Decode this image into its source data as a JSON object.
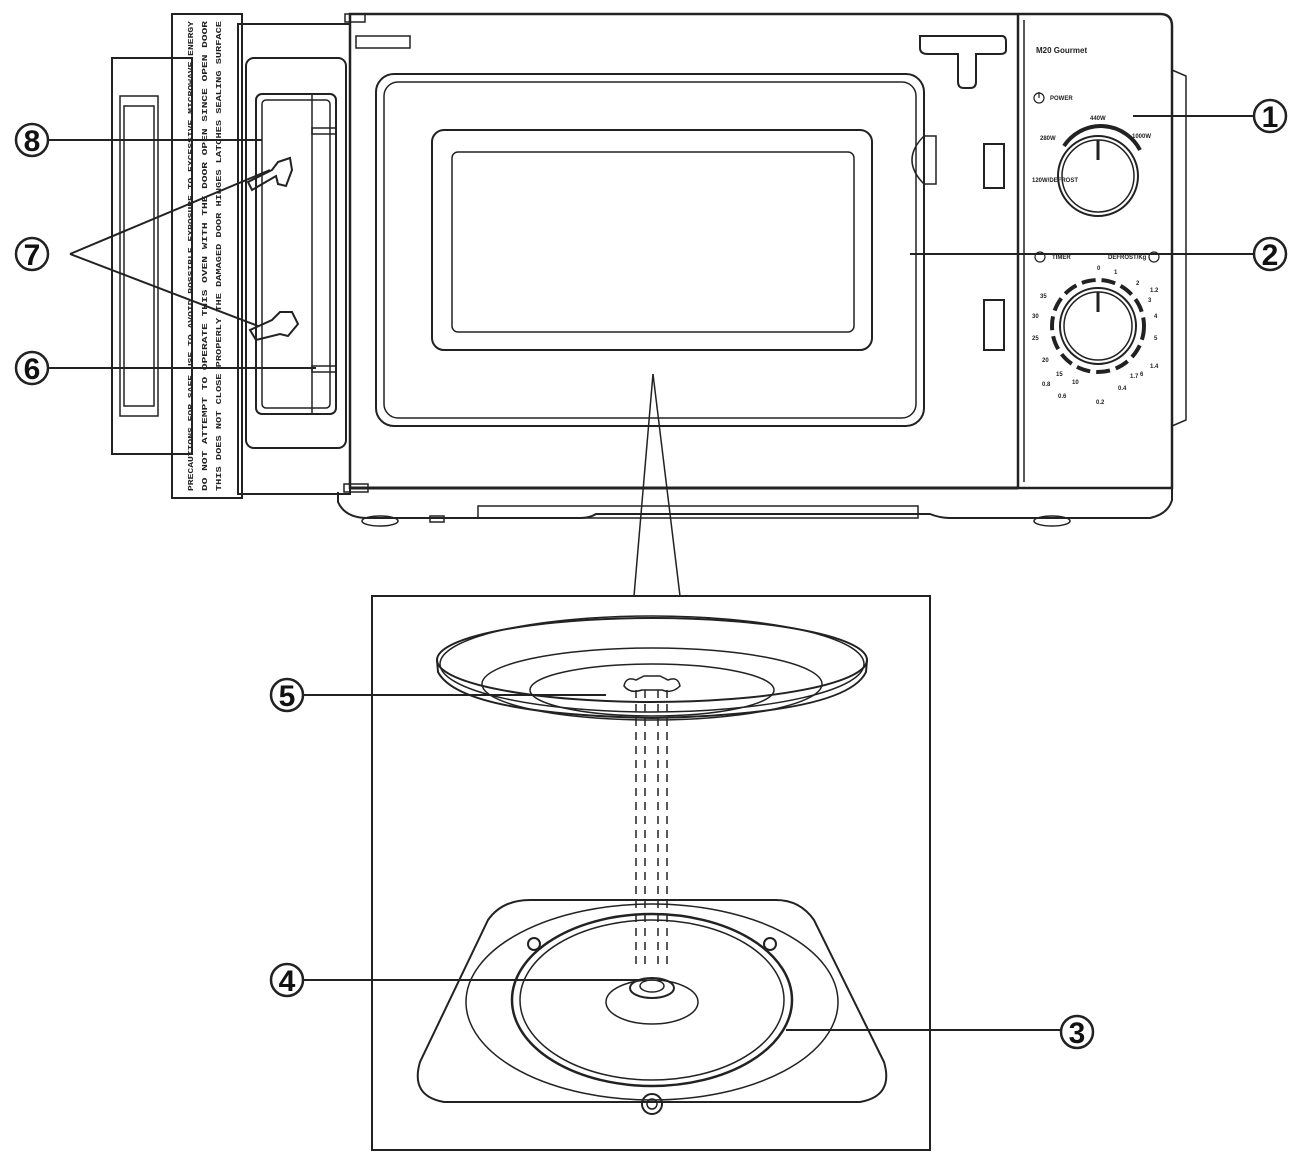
{
  "callouts": [
    "1",
    "2",
    "3",
    "4",
    "5",
    "6",
    "7",
    "8"
  ],
  "panel": {
    "brand": "M20 Gourmet",
    "power_label": "POWER",
    "timer_label": "TIMER",
    "defrost_label": "DEFROST/Kg",
    "power_levels": [
      "440W",
      "280W",
      "1000W",
      "120W/DEFROST"
    ],
    "timer_marks": [
      "0",
      "1",
      "2",
      "3",
      "4",
      "5",
      "6",
      "10",
      "15",
      "20",
      "25",
      "30",
      "35"
    ],
    "defrost_marks": [
      "0.2",
      "0.4",
      "0.6",
      "0.8",
      "1.2",
      "1.4",
      "1.7"
    ]
  },
  "door_warning": [
    "PRECAUTIONS FOR SAFE USE TO AVOID POSSIBLE EXPOSURE TO EXCESSIVE MICROWAVE ENERGY",
    "DO NOT ATTEMPT TO OPERATE THIS OVEN WITH THE DOOR OPEN SINCE OPEN DOOR",
    "THIS DOES NOT CLOSE PROPERLY THE DAMAGED DOOR HINGES LATCHES SEALING SURFACE"
  ]
}
